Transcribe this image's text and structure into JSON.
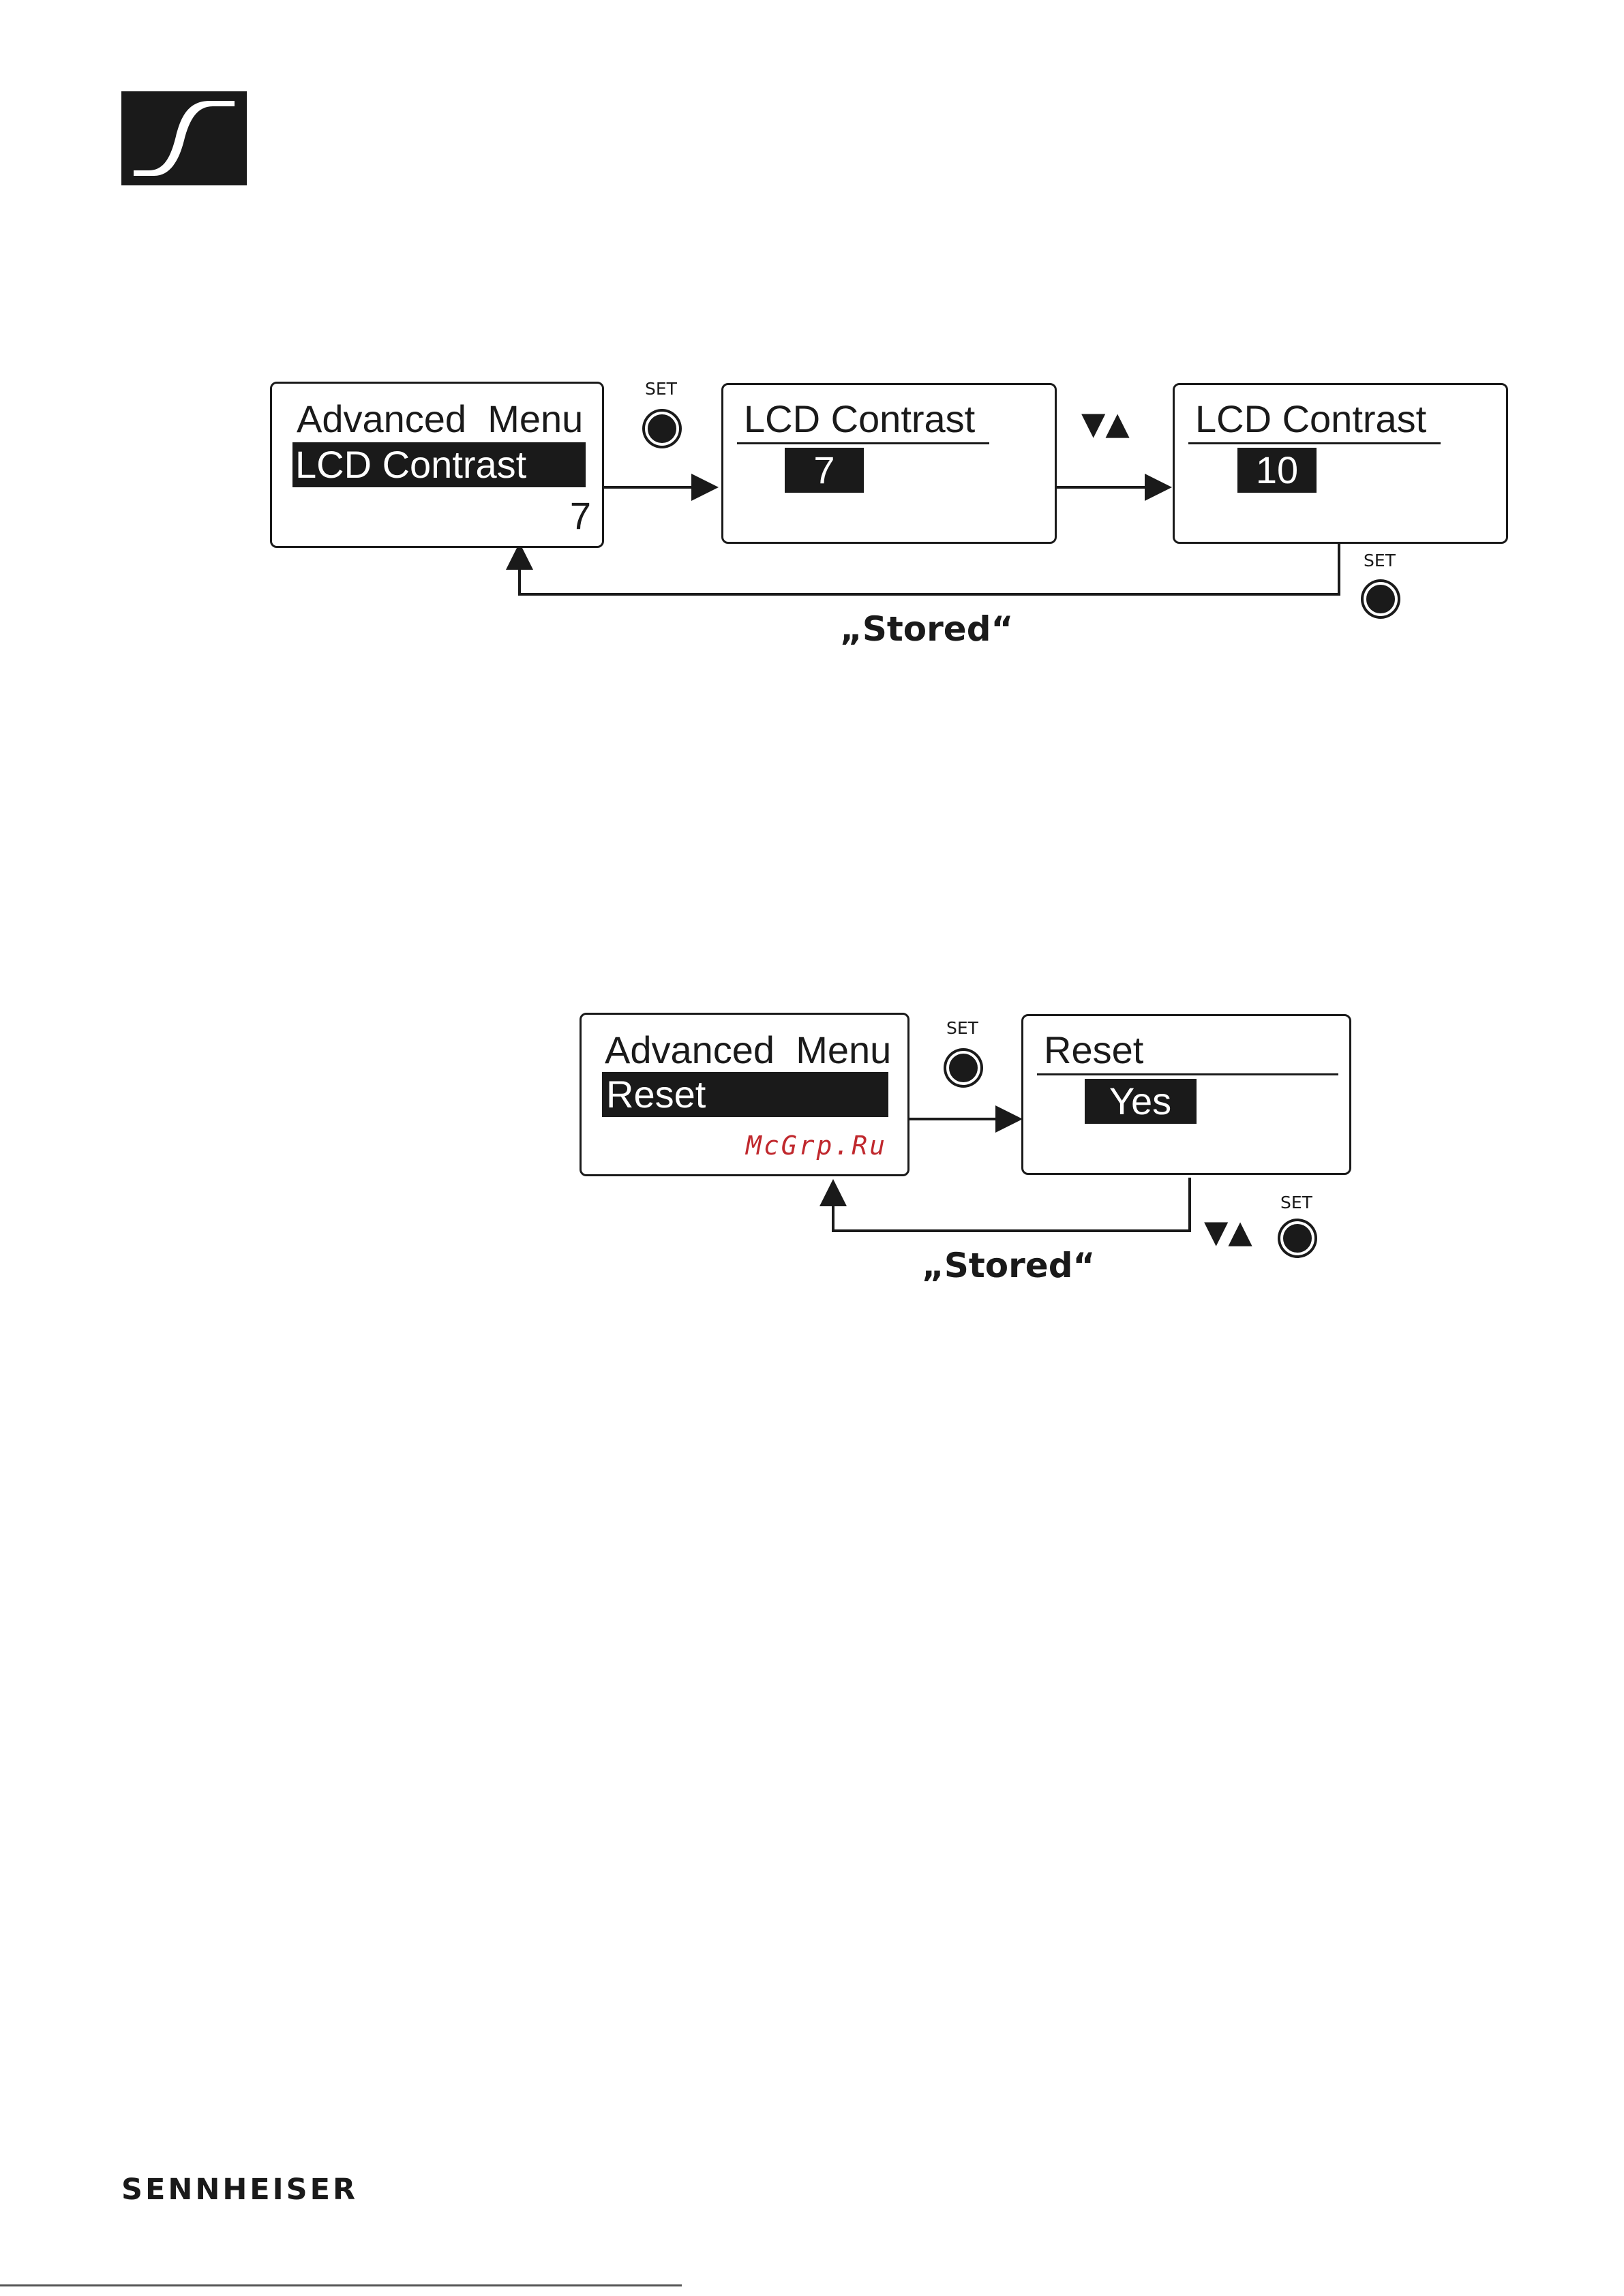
{
  "logo": {
    "name": "Sennheiser logo"
  },
  "brand": {
    "wordmark": "SENNHEISER"
  },
  "diagram1": {
    "screen1": {
      "title": "Advanced  Menu",
      "item": "LCD Contrast",
      "value": "7"
    },
    "set1": "SET",
    "screen2": {
      "title": "LCD Contrast",
      "value": " 7 "
    },
    "arrows": "▼▲",
    "screen3": {
      "title": "LCD Contrast",
      "value": " 10 "
    },
    "set2": "SET",
    "stored": "„Stored“"
  },
  "diagram2": {
    "screen1": {
      "title": "Advanced  Menu",
      "item": "Reset",
      "watermark": "McGrp.Ru"
    },
    "set1": "SET",
    "screen2": {
      "title": "Reset",
      "value": " Yes "
    },
    "arrows": "▼▲",
    "set2": "SET",
    "stored": "„Stored“"
  },
  "colors": {
    "ink": "#1a1a1a",
    "watermark": "#c0282d"
  }
}
